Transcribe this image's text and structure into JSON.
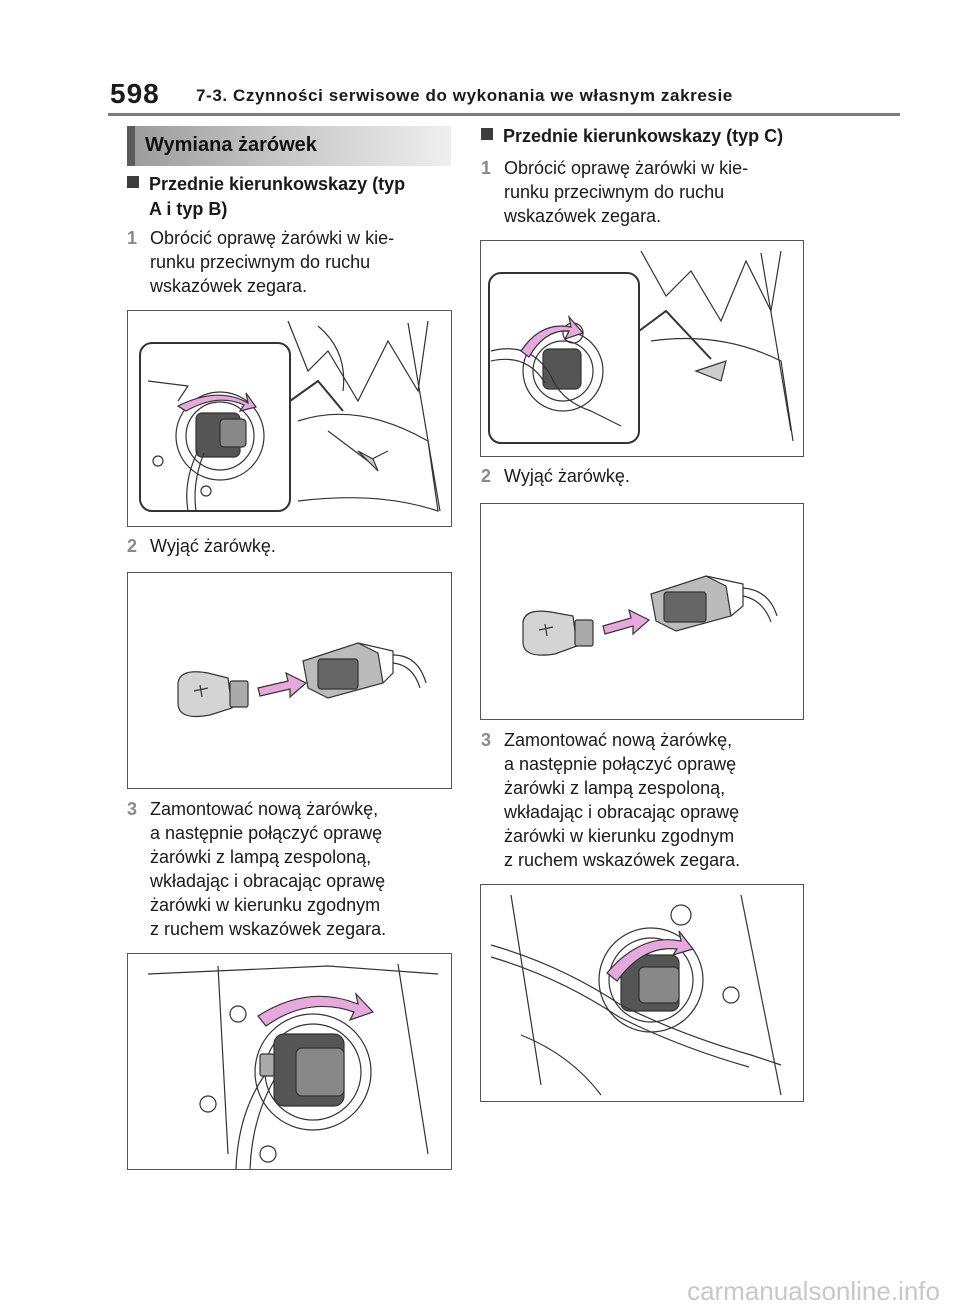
{
  "header": {
    "page_number": "598",
    "title": "7-3. Czynności serwisowe do wykonania we własnym zakresie"
  },
  "section": {
    "title": "Wymiana żarówek"
  },
  "left": {
    "subhead": [
      "Przednie kierunkowskazy (typ",
      "A i typ B)"
    ],
    "step1": {
      "num": "1",
      "lines": [
        "Obrócić oprawę żarówki w kie-",
        "runku przeciwnym do ruchu",
        "wskazówek zegara."
      ]
    },
    "step2": {
      "num": "2",
      "lines": [
        "Wyjąć żarówkę."
      ]
    },
    "step3": {
      "num": "3",
      "lines": [
        "Zamontować nową żarówkę,",
        "a następnie połączyć oprawę",
        "żarówki z lampą zespoloną,",
        "wkładając i obracając oprawę",
        "żarówki w kierunku zgodnym",
        "z ruchem wskazówek zegara."
      ]
    }
  },
  "right": {
    "subhead": [
      "Przednie kierunkowskazy (typ C)"
    ],
    "step1": {
      "num": "1",
      "lines": [
        "Obrócić oprawę żarówki w kie-",
        "runku przeciwnym do ruchu",
        "wskazówek zegara."
      ]
    },
    "step2": {
      "num": "2",
      "lines": [
        "Wyjąć żarówkę."
      ]
    },
    "step3": {
      "num": "3",
      "lines": [
        "Zamontować nową żarówkę,",
        "a następnie połączyć oprawę",
        "żarówki z lampą zespoloną,",
        "wkładając i obracając oprawę",
        "żarówki w kierunku zgodnym",
        "z ruchem wskazówek zegara."
      ]
    }
  },
  "watermark": "carmanualsonline.info",
  "colors": {
    "arrow": "#e6a8dd",
    "rule": "#7d7d7d",
    "step_number": "#8a8a8a"
  }
}
